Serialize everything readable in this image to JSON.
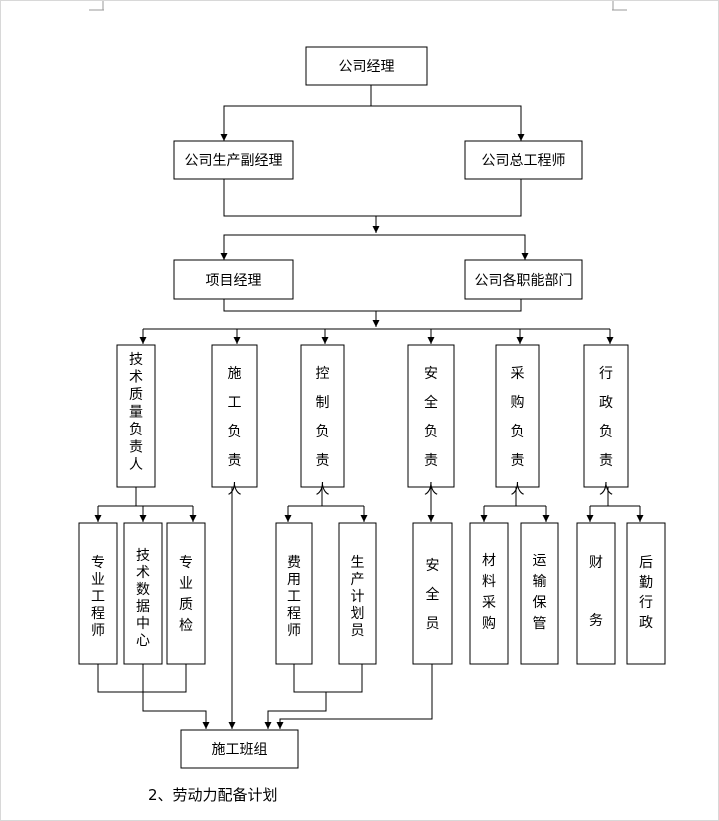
{
  "diagram": {
    "type": "org-chart",
    "nodes": {
      "company_manager": "公司经理",
      "production_vp": "公司生产副经理",
      "chief_engineer": "公司总工程师",
      "project_manager": "项目经理",
      "functional_depts": "公司各职能部门",
      "tech_quality_lead": "技术质量负责人",
      "construction_lead": "施工负责人",
      "control_lead": "控制负责人",
      "safety_lead": "安全负责人",
      "procurement_lead": "采购负责人",
      "admin_lead": "行政负责人",
      "specialty_engineer": "专业工程师",
      "tech_data_center": "技术数据中心",
      "specialty_qc": "专业质检",
      "cost_engineer": "费用工程师",
      "production_planner": "生产计划员",
      "safety_officer": "安全员",
      "material_purchasing": "材料采购",
      "transport_storage": "运输保管",
      "finance": "财务",
      "logistics_admin": "后勤行政",
      "construction_team": "施工班组"
    }
  },
  "caption": "2、劳动力配备计划"
}
